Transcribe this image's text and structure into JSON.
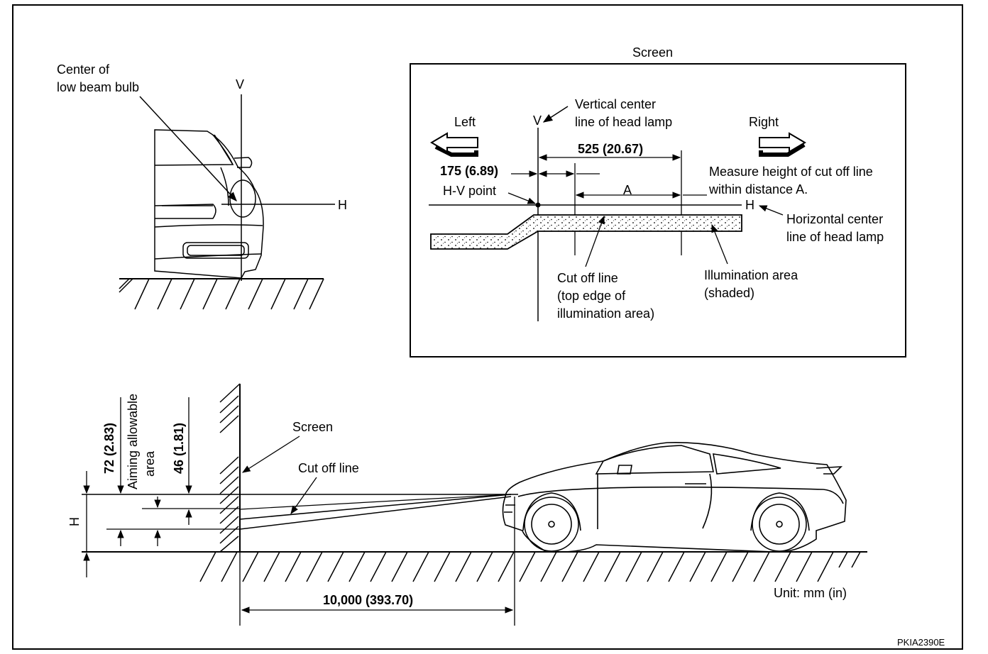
{
  "front_view": {
    "bulb_label_line1": "Center of",
    "bulb_label_line2": "low beam bulb",
    "v_label": "V",
    "h_label": "H"
  },
  "screen_panel": {
    "title": "Screen",
    "v_label": "V",
    "vertical_center_line1": "Vertical center",
    "vertical_center_line2": "line of head lamp",
    "left_label": "Left",
    "right_label": "Right",
    "dim_525": "525 (20.67)",
    "dim_175": "175 (6.89)",
    "measure_line1": "Measure height of cut off line",
    "measure_line2": "within distance A.",
    "hv_point": "H-V point",
    "a_label": "A",
    "h_label": "H",
    "horizontal_center_line1": "Horizontal center",
    "horizontal_center_line2": "line of head lamp",
    "cutoff_line1": "Cut off line",
    "cutoff_line2": "(top edge of",
    "cutoff_line3": "illumination area)",
    "illum_line1": "Illumination area",
    "illum_line2": "(shaded)"
  },
  "side_view": {
    "dim_72": "72  (2.83)",
    "aiming_line1": "Aiming allowable",
    "aiming_line2": "area",
    "dim_46": "46  (1.81)",
    "h_label": "H",
    "screen_label": "Screen",
    "cutoff_label": "Cut off line",
    "distance_label": "10,000  (393.70)",
    "unit_label": "Unit:  mm  (in)"
  },
  "figure_code": "PKIA2390E"
}
